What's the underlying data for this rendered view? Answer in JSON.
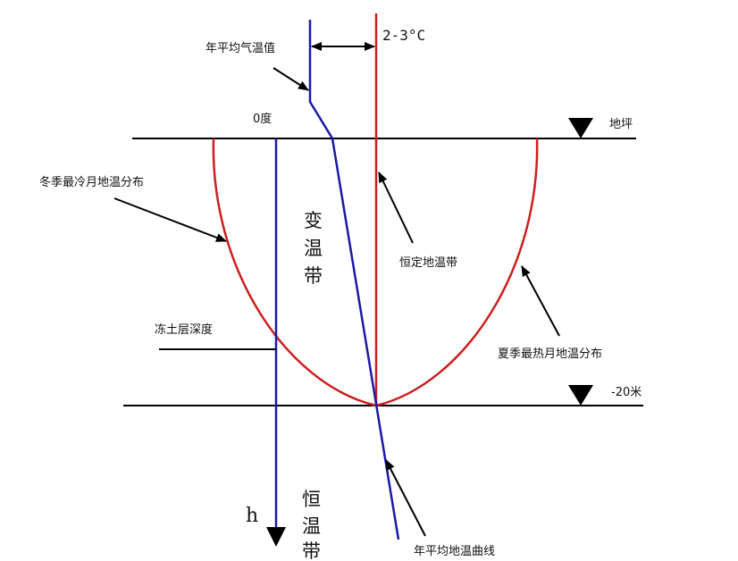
{
  "labels": {
    "annual_air_temp": "年平均气温值",
    "offset": "2-3°C",
    "zero_degree": "0度",
    "ground_level": "地坪",
    "winter_distribution": "冬季最冷月地温分布",
    "constant_zone": "恒定地温带",
    "variable_zone": [
      "变",
      "温",
      "带"
    ],
    "frost_depth": "冻土层深度",
    "summer_distribution": "夏季最热月地温分布",
    "depth_20m": "-20米",
    "depth_axis": "h",
    "constant_temp_zone": [
      "恒",
      "温",
      "带"
    ],
    "annual_ground_curve": "年平均地温曲线"
  },
  "colors": {
    "ink": "#000000",
    "blue": "#1a1aa6",
    "red": "#cc1f1f"
  }
}
